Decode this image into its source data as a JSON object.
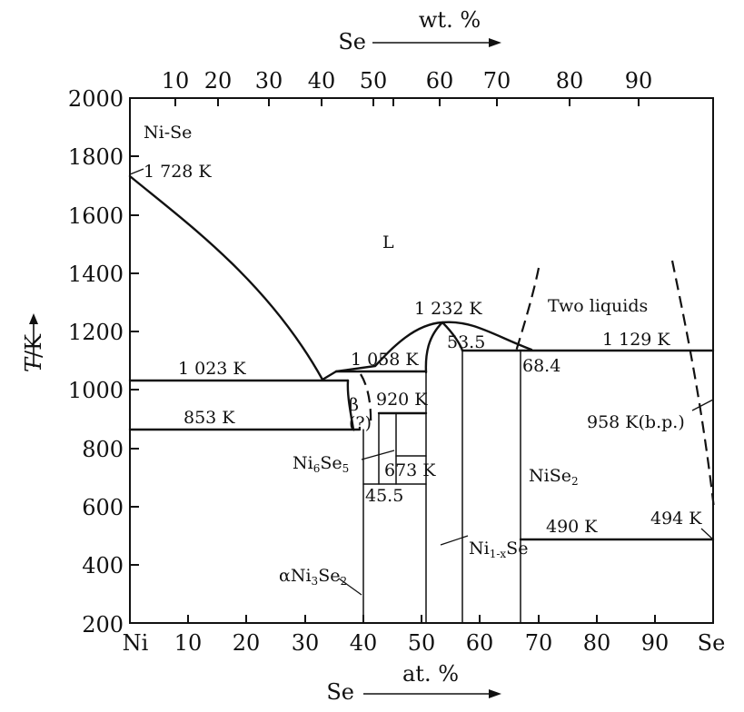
{
  "chart_data": {
    "type": "diagram",
    "title": "Ni-Se",
    "y_axis": {
      "label_italic": "T",
      "label_rest": "/K",
      "ticks": [
        "200",
        "400",
        "600",
        "800",
        "1000",
        "1200",
        "1400",
        "1600",
        "1800",
        "2000"
      ]
    },
    "x_axis_bottom": {
      "left_end": "Ni",
      "right_end": "Se",
      "ticks": [
        "10",
        "20",
        "30",
        "40",
        "50",
        "60",
        "70",
        "80",
        "90"
      ],
      "label_element": "Se",
      "label_unit": "at. %"
    },
    "x_axis_top": {
      "ticks": [
        "10",
        "20",
        "30",
        "40",
        "50",
        "60",
        "70",
        "80",
        "90"
      ],
      "label_element": "Se",
      "label_unit": "wt. %"
    },
    "annotations": {
      "melt_ni": "1 728 K",
      "liquid": "L",
      "congruent": "1 232 K",
      "two_liquids": "Two liquids",
      "eutectic_1023": "1 023 K",
      "peritectic_1058": "1 058 K",
      "comp_53_5": "53.5",
      "temp_1129": "1 129 K",
      "comp_68_4": "68.4",
      "beta": "β",
      "beta_q": "(?)",
      "temp_920": "920 K",
      "temp_853": "853 K",
      "boiling": "958 K(b.p.)",
      "ni6se5_base": "Ni",
      "ni6se5_sub1": "6",
      "ni6se5_mid": "Se",
      "ni6se5_sub2": "5",
      "temp_673": "673 K",
      "comp_45_5": "45.5",
      "nise2_base": "NiSe",
      "nise2_sub": "2",
      "temp_490": "490 K",
      "temp_494": "494 K",
      "ni3se2_base": "αNi",
      "ni3se2_sub1": "3",
      "ni3se2_mid": "Se",
      "ni3se2_sub2": "2",
      "ni1x_base": "Ni",
      "ni1x_sub": "1-x",
      "ni1x_tail": "Se"
    }
  }
}
